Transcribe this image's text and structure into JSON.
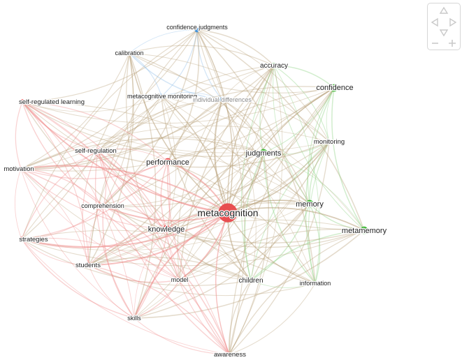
{
  "colors": {
    "cluster_red": "#e8474a",
    "cluster_green": "#3cb533",
    "cluster_blue": "#3b8fd9",
    "edge_red": "#ef8a89",
    "edge_green": "#86cf7c",
    "edge_blue": "#8bbbe8",
    "edge_mixed": "#b8a07a",
    "label": "#222222",
    "label_faded": "#8a8a8a",
    "nav_border": "#d6d6d6",
    "nav_glyph": "#c9c9c9"
  },
  "icons": {
    "pan_up": "triangle-up-icon",
    "pan_down": "triangle-down-icon",
    "pan_left": "triangle-left-icon",
    "pan_right": "triangle-right-icon",
    "zoom_out": "minus-icon",
    "zoom_in": "plus-icon"
  },
  "network": {
    "nodes": [
      {
        "id": "confidence_judgments",
        "label": "confidence judgments",
        "cluster": "blue",
        "weight": 1
      },
      {
        "id": "calibration",
        "label": "calibration",
        "cluster": "blue",
        "weight": 1
      },
      {
        "id": "metacognitive_monitoring",
        "label": "metacognitive monitoring",
        "cluster": "blue",
        "weight": 1
      },
      {
        "id": "individual_differences",
        "label": "individual differences",
        "cluster": "blue",
        "weight": 1,
        "faded": true
      },
      {
        "id": "accuracy",
        "label": "accuracy",
        "cluster": "green",
        "weight": 1.2
      },
      {
        "id": "confidence",
        "label": "confidence",
        "cluster": "green",
        "weight": 1.6
      },
      {
        "id": "monitoring",
        "label": "monitoring",
        "cluster": "green",
        "weight": 1
      },
      {
        "id": "judgments",
        "label": "judgments",
        "cluster": "green",
        "weight": 1.6
      },
      {
        "id": "memory",
        "label": "memory",
        "cluster": "green",
        "weight": 1.6
      },
      {
        "id": "metamemory",
        "label": "metamemory",
        "cluster": "green",
        "weight": 1.6
      },
      {
        "id": "children",
        "label": "children",
        "cluster": "green",
        "weight": 1.1
      },
      {
        "id": "information",
        "label": "information",
        "cluster": "green",
        "weight": 0.9
      },
      {
        "id": "self_regulated_learning",
        "label": "self-regulated learning",
        "cluster": "red",
        "weight": 1.1
      },
      {
        "id": "self_regulation",
        "label": "self-regulation",
        "cluster": "red",
        "weight": 1.1
      },
      {
        "id": "performance",
        "label": "performance",
        "cluster": "red",
        "weight": 1.6
      },
      {
        "id": "motivation",
        "label": "motivation",
        "cluster": "red",
        "weight": 1
      },
      {
        "id": "comprehension",
        "label": "comprehension",
        "cluster": "red",
        "weight": 0.9
      },
      {
        "id": "metacognition",
        "label": "metacognition",
        "cluster": "red",
        "weight": 4
      },
      {
        "id": "knowledge",
        "label": "knowledge",
        "cluster": "red",
        "weight": 1.6
      },
      {
        "id": "strategies",
        "label": "strategies",
        "cluster": "red",
        "weight": 1.1
      },
      {
        "id": "students",
        "label": "students",
        "cluster": "red",
        "weight": 1.1
      },
      {
        "id": "model",
        "label": "model",
        "cluster": "red",
        "weight": 0.9
      },
      {
        "id": "skills",
        "label": "skills",
        "cluster": "red",
        "weight": 0.9
      },
      {
        "id": "awareness",
        "label": "awareness",
        "cluster": "red",
        "weight": 1
      }
    ]
  }
}
